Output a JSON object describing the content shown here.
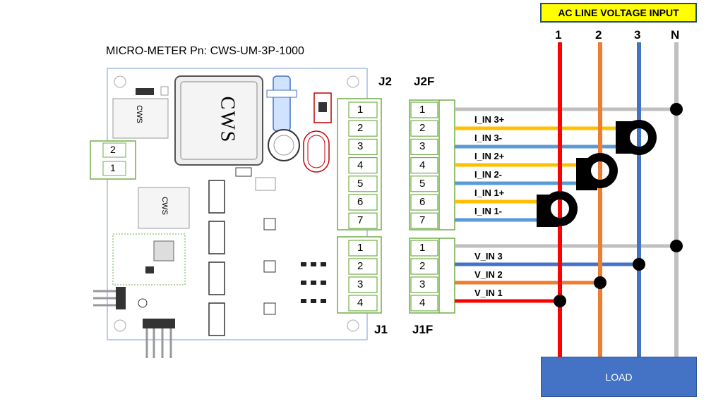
{
  "title": "MICRO-METER Pn: CWS-UM-3P-1000",
  "ac_label": "AC LINE VOLTAGE INPUT",
  "load_label": "LOAD",
  "phases": [
    "1",
    "2",
    "3",
    "N"
  ],
  "connectors": {
    "j2": "J2",
    "j2f": "J2F",
    "j1": "J1",
    "j1f": "J1F"
  },
  "board_chip_labels": {
    "main": "CWS",
    "small": "CWS",
    "module": "CWS"
  },
  "left_terminal_pins": [
    "2",
    "1"
  ],
  "j2_pins": [
    "1",
    "2",
    "3",
    "4",
    "5",
    "6",
    "7"
  ],
  "j1_pins": [
    "1",
    "2",
    "3",
    "4"
  ],
  "current_signals": [
    "I_IN 3+",
    "I_IN 3-",
    "I_IN 2+",
    "I_IN 2-",
    "I_IN 1+",
    "I_IN 1-"
  ],
  "voltage_signals": [
    "V_IN 3",
    "V_IN 2",
    "V_IN 1"
  ],
  "colors": {
    "phase1": "#ff0000",
    "phase2": "#ed7d31",
    "phase3": "#4472c4",
    "neutral": "#bfbfbf",
    "ct_plus": "#ffc000",
    "ct_minus": "#5b9bd5",
    "connector": "#70ad47",
    "ac_box": "#ffff00",
    "load_box": "#4472c4"
  }
}
